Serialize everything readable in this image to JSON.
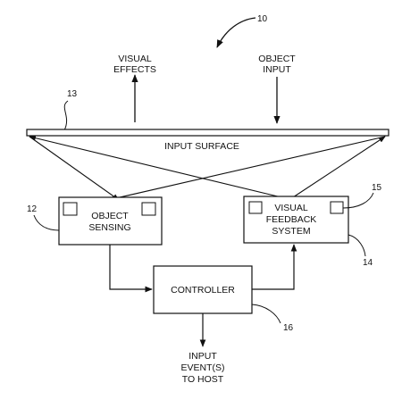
{
  "labels": {
    "input_surface": "INPUT SURFACE",
    "visual_effects": [
      "VISUAL",
      "EFFECTS"
    ],
    "object_input": [
      "OBJECT",
      "INPUT"
    ],
    "object_sensing": [
      "OBJECT",
      "SENSING"
    ],
    "visual_feedback_system": [
      "VISUAL",
      "FEEDBACK",
      "SYSTEM"
    ],
    "controller": "CONTROLLER",
    "input_events": [
      "INPUT",
      "EVENT(S)",
      "TO HOST"
    ]
  },
  "reference_numerals": {
    "system": "10",
    "object_sensing": "12",
    "input_surface": "13",
    "visual_feedback_system": "14",
    "feedback_window": "15",
    "controller": "16"
  }
}
